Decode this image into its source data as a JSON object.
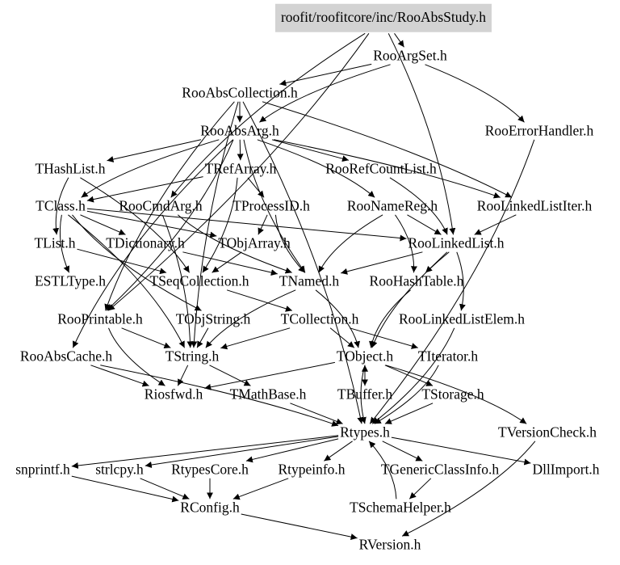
{
  "graph": {
    "title": "roofit/roofitcore/inc/RooAbsStudy.h",
    "root_fill": "#d3d3d3",
    "nodes": [
      {
        "id": "RooAbsStudy",
        "label": "roofit/roofitcore/inc/RooAbsStudy.h",
        "root": true
      },
      {
        "id": "RooArgSet",
        "label": "RooArgSet.h"
      },
      {
        "id": "RooAbsCollection",
        "label": "RooAbsCollection.h"
      },
      {
        "id": "RooErrorHandler",
        "label": "RooErrorHandler.h"
      },
      {
        "id": "RooAbsArg",
        "label": "RooAbsArg.h"
      },
      {
        "id": "THashList",
        "label": "THashList.h"
      },
      {
        "id": "TRefArray",
        "label": "TRefArray.h"
      },
      {
        "id": "RooRefCountList",
        "label": "RooRefCountList.h"
      },
      {
        "id": "TClass",
        "label": "TClass.h"
      },
      {
        "id": "RooCmdArg",
        "label": "RooCmdArg.h"
      },
      {
        "id": "TProcessID",
        "label": "TProcessID.h"
      },
      {
        "id": "RooNameReg",
        "label": "RooNameReg.h"
      },
      {
        "id": "RooLinkedListIter",
        "label": "RooLinkedListIter.h"
      },
      {
        "id": "TList",
        "label": "TList.h"
      },
      {
        "id": "TDictionary",
        "label": "TDictionary.h"
      },
      {
        "id": "TObjArray",
        "label": "TObjArray.h"
      },
      {
        "id": "RooLinkedList",
        "label": "RooLinkedList.h"
      },
      {
        "id": "ESTLType",
        "label": "ESTLType.h"
      },
      {
        "id": "TSeqCollection",
        "label": "TSeqCollection.h"
      },
      {
        "id": "TNamed",
        "label": "TNamed.h"
      },
      {
        "id": "RooHashTable",
        "label": "RooHashTable.h"
      },
      {
        "id": "RooPrintable",
        "label": "RooPrintable.h"
      },
      {
        "id": "TObjString",
        "label": "TObjString.h"
      },
      {
        "id": "TCollection",
        "label": "TCollection.h"
      },
      {
        "id": "RooLinkedListElem",
        "label": "RooLinkedListElem.h"
      },
      {
        "id": "RooAbsCache",
        "label": "RooAbsCache.h"
      },
      {
        "id": "TString",
        "label": "TString.h"
      },
      {
        "id": "TObject",
        "label": "TObject.h"
      },
      {
        "id": "TIterator",
        "label": "TIterator.h"
      },
      {
        "id": "Riosfwd",
        "label": "Riosfwd.h"
      },
      {
        "id": "TMathBase",
        "label": "TMathBase.h"
      },
      {
        "id": "TBuffer",
        "label": "TBuffer.h"
      },
      {
        "id": "TStorage",
        "label": "TStorage.h"
      },
      {
        "id": "Rtypes",
        "label": "Rtypes.h"
      },
      {
        "id": "TVersionCheck",
        "label": "TVersionCheck.h"
      },
      {
        "id": "snprintf",
        "label": "snprintf.h"
      },
      {
        "id": "strlcpy",
        "label": "strlcpy.h"
      },
      {
        "id": "RtypesCore",
        "label": "RtypesCore.h"
      },
      {
        "id": "Rtypeinfo",
        "label": "Rtypeinfo.h"
      },
      {
        "id": "TGenericClassInfo",
        "label": "TGenericClassInfo.h"
      },
      {
        "id": "DllImport",
        "label": "DllImport.h"
      },
      {
        "id": "RConfig",
        "label": "RConfig.h"
      },
      {
        "id": "TSchemaHelper",
        "label": "TSchemaHelper.h"
      },
      {
        "id": "RVersion",
        "label": "RVersion.h"
      }
    ],
    "edges": [
      [
        "RooAbsStudy",
        "RooArgSet"
      ],
      [
        "RooAbsStudy",
        "RooPrintable"
      ],
      [
        "RooAbsStudy",
        "RooCmdArg"
      ],
      [
        "RooAbsStudy",
        "RooLinkedList"
      ],
      [
        "RooArgSet",
        "RooAbsCollection"
      ],
      [
        "RooArgSet",
        "RooErrorHandler"
      ],
      [
        "RooArgSet",
        "RooAbsArg"
      ],
      [
        "RooAbsCollection",
        "RooAbsArg"
      ],
      [
        "RooAbsCollection",
        "TString"
      ],
      [
        "RooAbsCollection",
        "RooLinkedListIter"
      ],
      [
        "RooAbsCollection",
        "RooPrintable"
      ],
      [
        "RooAbsCollection",
        "Rtypes"
      ],
      [
        "RooAbsArg",
        "TRefArray"
      ],
      [
        "RooAbsArg",
        "THashList"
      ],
      [
        "RooAbsArg",
        "RooRefCountList"
      ],
      [
        "RooAbsArg",
        "RooNameReg"
      ],
      [
        "RooAbsArg",
        "TClass"
      ],
      [
        "RooAbsArg",
        "RooLinkedListIter"
      ],
      [
        "RooAbsArg",
        "RooAbsCache"
      ],
      [
        "RooAbsArg",
        "RooPrintable"
      ],
      [
        "RooAbsArg",
        "TNamed"
      ],
      [
        "RooErrorHandler",
        "Rtypes"
      ],
      [
        "TRefArray",
        "TProcessID"
      ],
      [
        "TRefArray",
        "TSeqCollection"
      ],
      [
        "TRefArray",
        "TClass"
      ],
      [
        "RooRefCountList",
        "RooLinkedList"
      ],
      [
        "THashList",
        "TList"
      ],
      [
        "THashList",
        "TSeqCollection"
      ],
      [
        "TClass",
        "TDictionary"
      ],
      [
        "TClass",
        "TObjArray"
      ],
      [
        "TClass",
        "TObjString"
      ],
      [
        "TClass",
        "TString"
      ],
      [
        "TClass",
        "ESTLType"
      ],
      [
        "TClass",
        "RooLinkedList"
      ],
      [
        "TProcessID",
        "TNamed"
      ],
      [
        "TProcessID",
        "TObjArray"
      ],
      [
        "RooCmdArg",
        "TNamed"
      ],
      [
        "RooCmdArg",
        "TString"
      ],
      [
        "RooNameReg",
        "TNamed"
      ],
      [
        "RooNameReg",
        "RooHashTable"
      ],
      [
        "RooNameReg",
        "RooLinkedList"
      ],
      [
        "RooLinkedListIter",
        "RooLinkedList"
      ],
      [
        "TList",
        "TSeqCollection"
      ],
      [
        "TDictionary",
        "TNamed"
      ],
      [
        "TObjArray",
        "TSeqCollection"
      ],
      [
        "RooLinkedList",
        "TNamed"
      ],
      [
        "RooLinkedList",
        "RooHashTable"
      ],
      [
        "RooLinkedList",
        "RooLinkedListElem"
      ],
      [
        "RooLinkedList",
        "TObject"
      ],
      [
        "TSeqCollection",
        "TCollection"
      ],
      [
        "TNamed",
        "TString"
      ],
      [
        "TNamed",
        "TObject"
      ],
      [
        "RooHashTable",
        "TObject"
      ],
      [
        "RooPrintable",
        "TString"
      ],
      [
        "RooPrintable",
        "Riosfwd"
      ],
      [
        "TObjString",
        "TString"
      ],
      [
        "TCollection",
        "TObject"
      ],
      [
        "TCollection",
        "TString"
      ],
      [
        "TCollection",
        "TIterator"
      ],
      [
        "RooLinkedListElem",
        "Rtypes"
      ],
      [
        "RooAbsCache",
        "Riosfwd"
      ],
      [
        "RooAbsCache",
        "Rtypes"
      ],
      [
        "TString",
        "Riosfwd"
      ],
      [
        "TString",
        "TMathBase"
      ],
      [
        "TObject",
        "Riosfwd"
      ],
      [
        "TObject",
        "TBuffer"
      ],
      [
        "TObject",
        "TStorage"
      ],
      [
        "TObject",
        "TVersionCheck"
      ],
      [
        "TObject",
        "Rtypes"
      ],
      [
        "TIterator",
        "Rtypes"
      ],
      [
        "TMathBase",
        "Rtypes"
      ],
      [
        "TBuffer",
        "TObject"
      ],
      [
        "TStorage",
        "Rtypes"
      ],
      [
        "Rtypes",
        "snprintf"
      ],
      [
        "Rtypes",
        "strlcpy"
      ],
      [
        "Rtypes",
        "RtypesCore"
      ],
      [
        "Rtypes",
        "Rtypeinfo"
      ],
      [
        "Rtypes",
        "TGenericClassInfo"
      ],
      [
        "Rtypes",
        "DllImport"
      ],
      [
        "TVersionCheck",
        "RVersion"
      ],
      [
        "snprintf",
        "RConfig"
      ],
      [
        "strlcpy",
        "RConfig"
      ],
      [
        "RtypesCore",
        "RConfig"
      ],
      [
        "Rtypeinfo",
        "RConfig"
      ],
      [
        "TGenericClassInfo",
        "TSchemaHelper"
      ],
      [
        "TSchemaHelper",
        "Rtypes"
      ],
      [
        "RConfig",
        "RVersion"
      ]
    ]
  }
}
